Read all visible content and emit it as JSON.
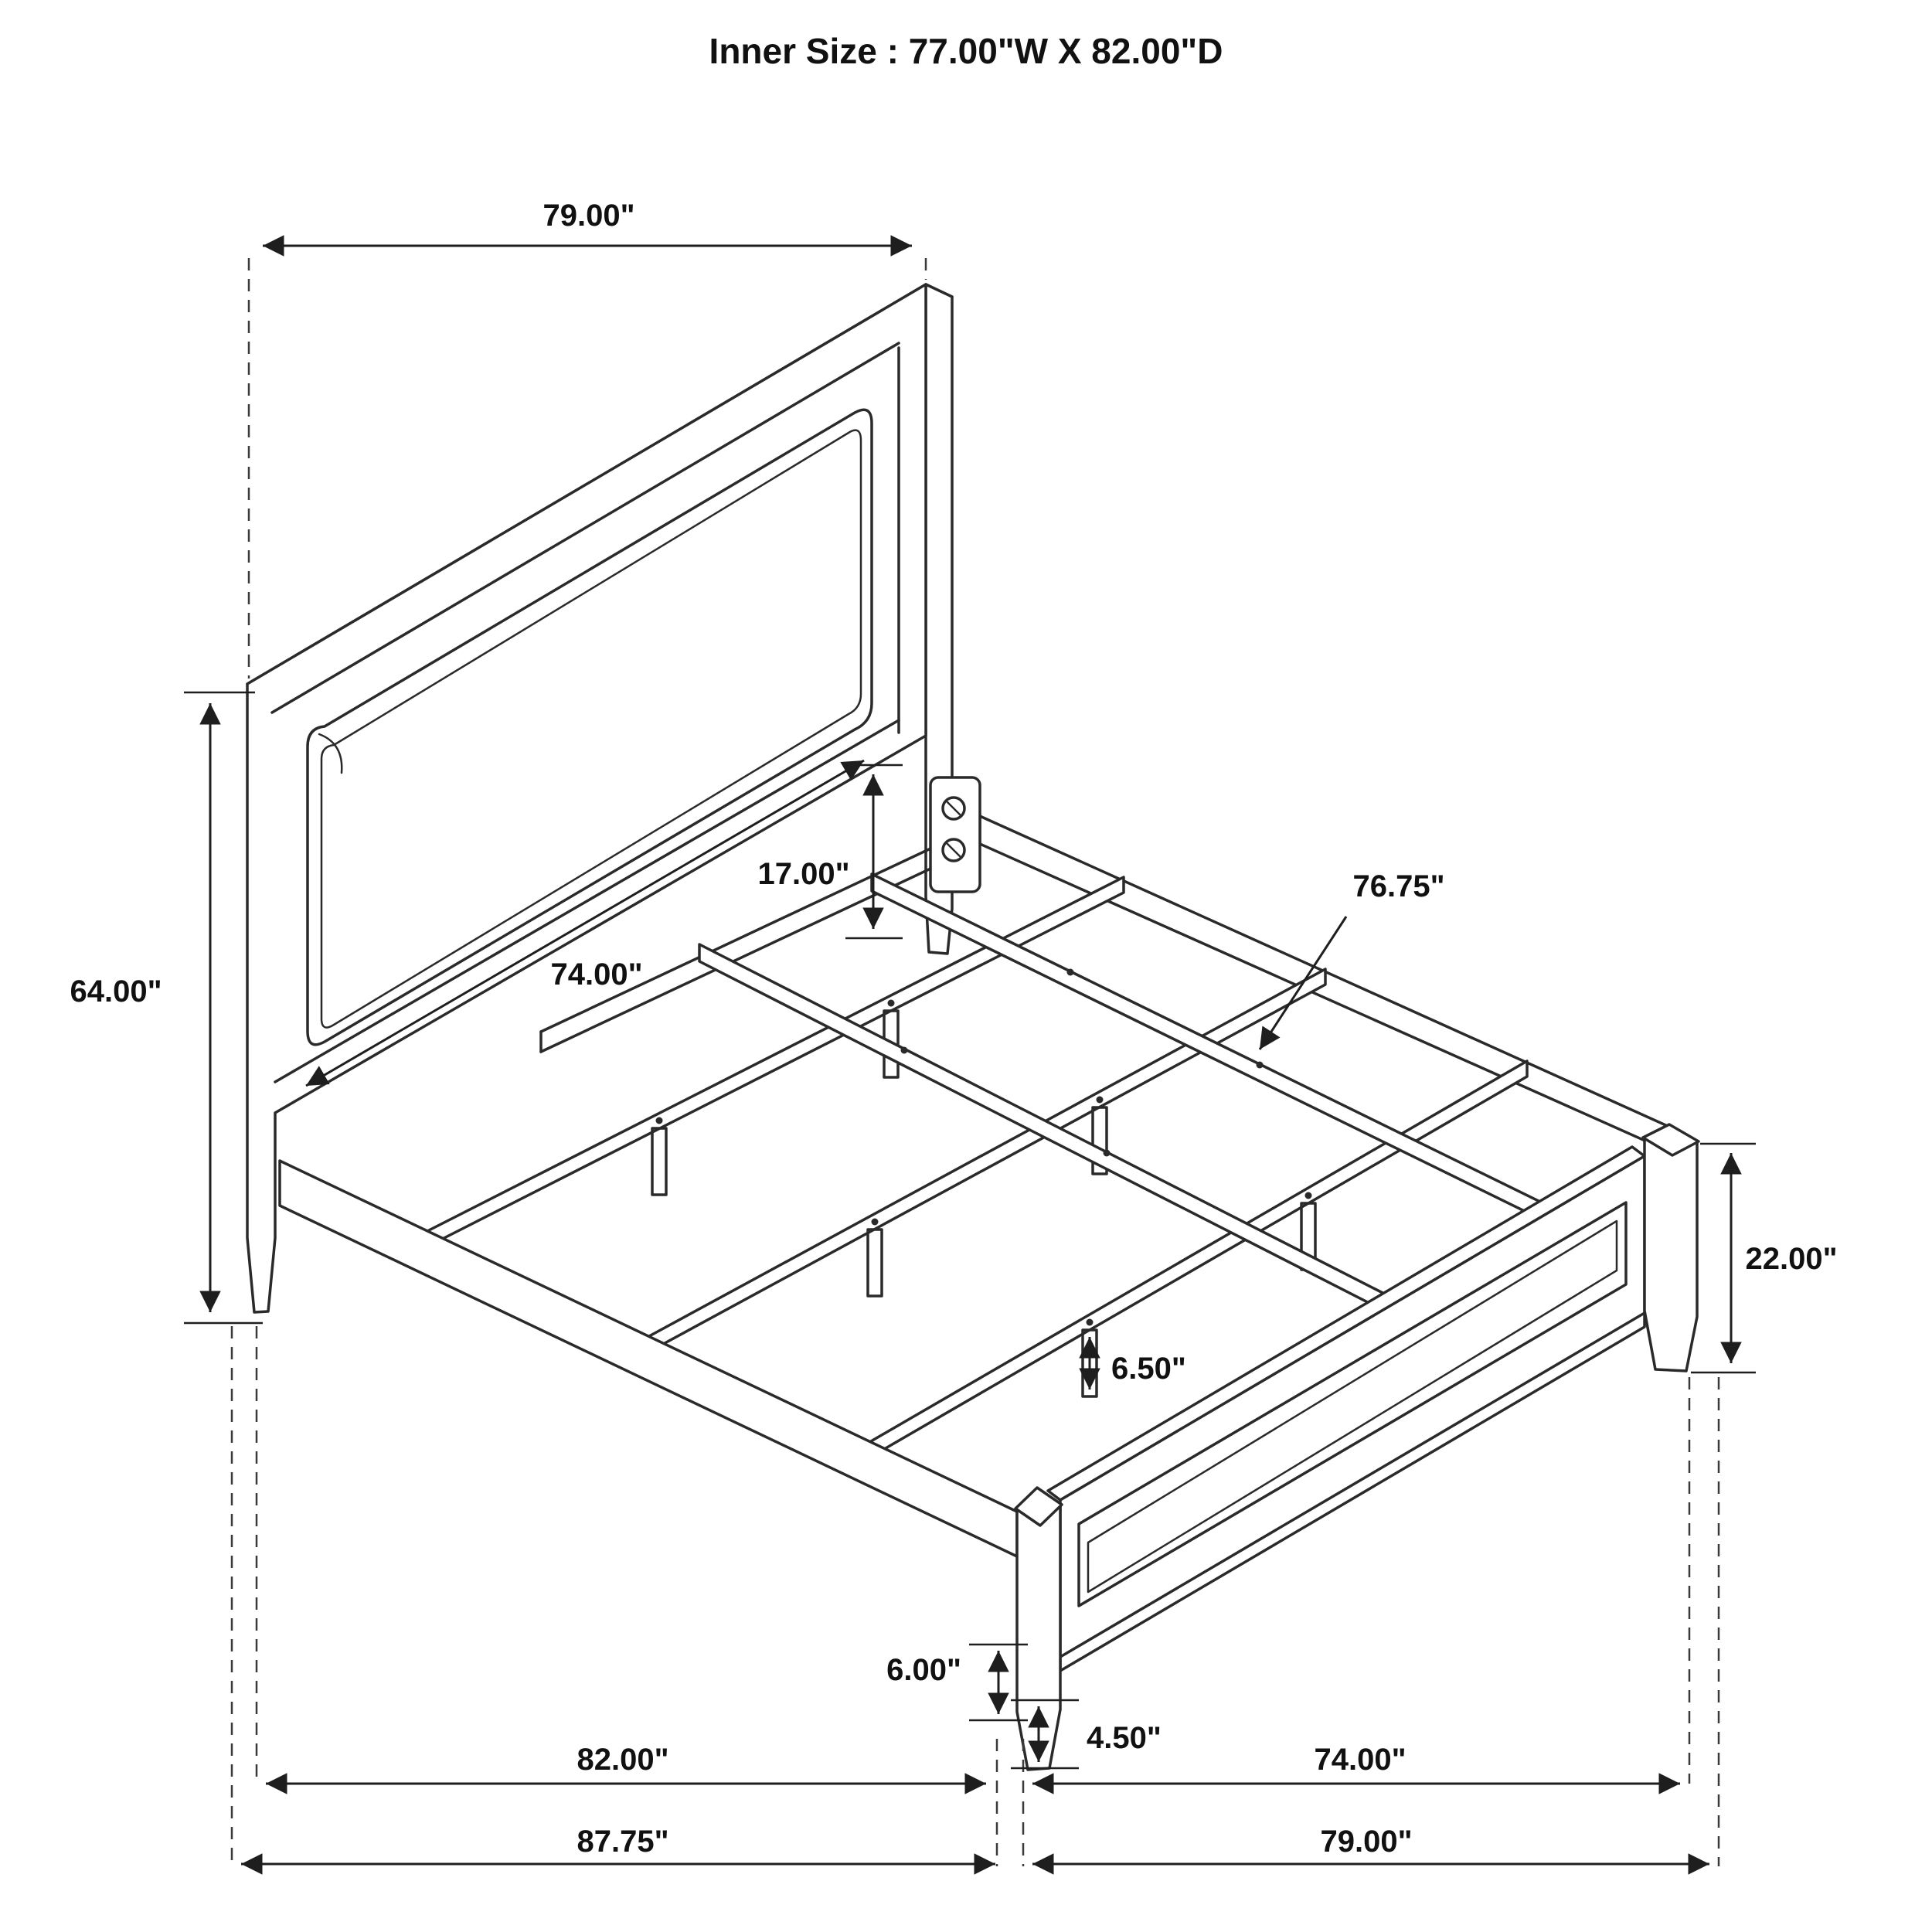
{
  "title": "Inner Size : 77.00\"W X 82.00\"D",
  "dims": {
    "headboard_width": "79.00\"",
    "headboard_height": "64.00\"",
    "panel_to_rail": "17.00\"",
    "headboard_inner_width": "74.00\"",
    "slat_length": "76.75\"",
    "footboard_height": "22.00\"",
    "slat_leg_height": "6.50\"",
    "rail_clearance": "6.00\"",
    "foot_leg_height": "4.50\"",
    "side_rail_length": "82.00\"",
    "footboard_inner_width": "74.00\"",
    "overall_depth": "87.75\"",
    "overall_width": "79.00\""
  }
}
